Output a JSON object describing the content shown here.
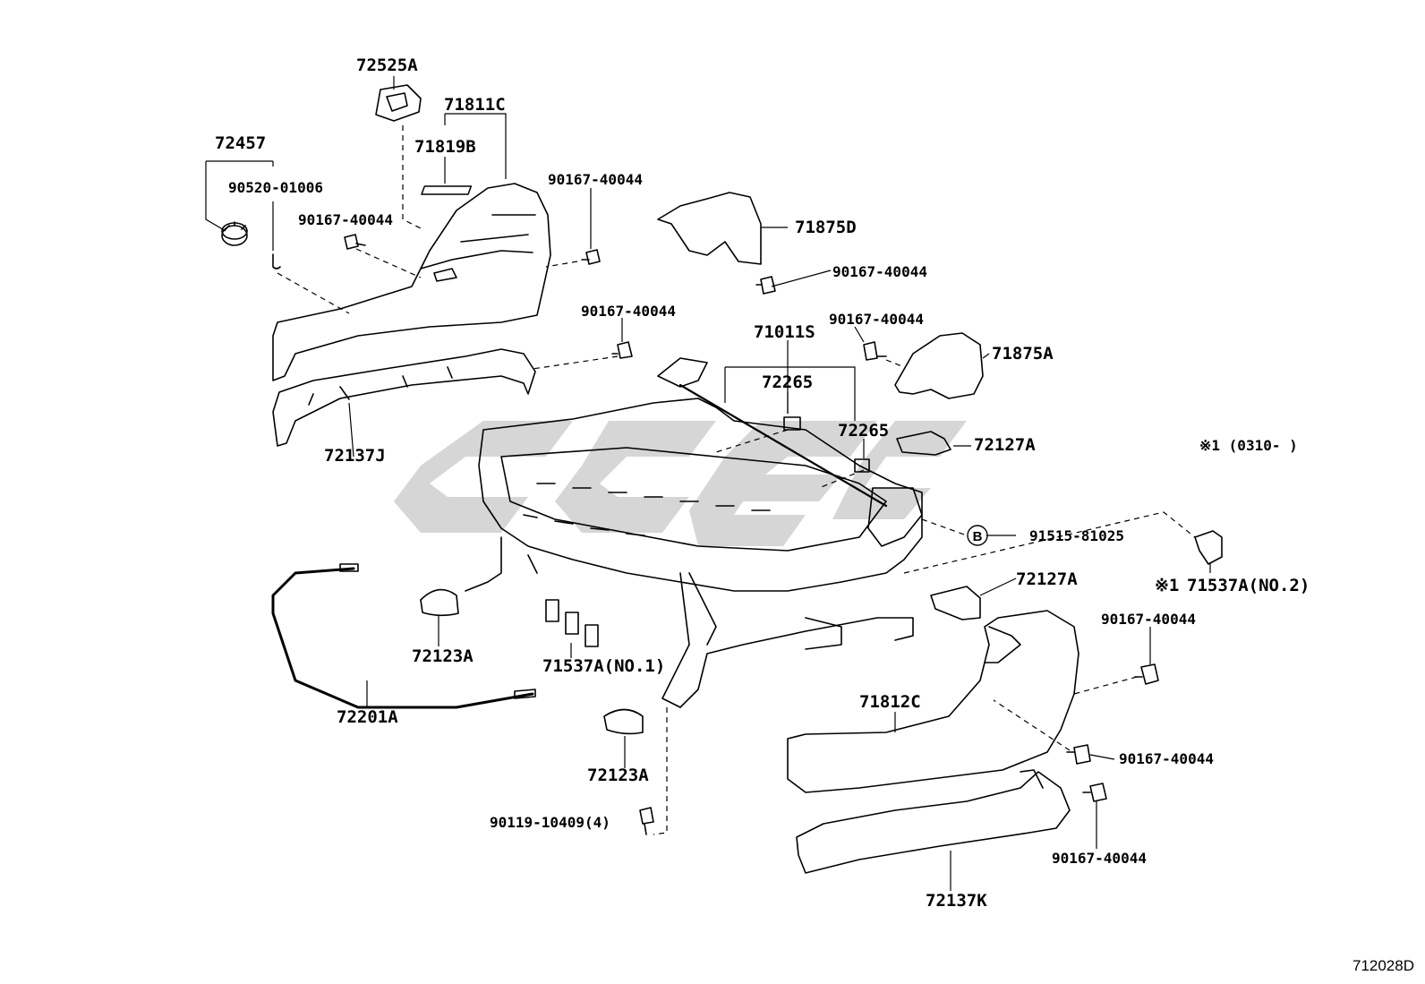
{
  "parts": {
    "p72525A": "72525A",
    "p71811C": "71811C",
    "p71819B": "71819B",
    "p72457": "72457",
    "p90520": "90520-01006",
    "p90167_a": "90167-40044",
    "p90167_b": "90167-40044",
    "p71875D": "71875D",
    "p90167_c": "90167-40044",
    "p90167_d": "90167-40044",
    "p71011S": "71011S",
    "p90167_e": "90167-40044",
    "p71875A": "71875A",
    "p72265_a": "72265",
    "p72265_b": "72265",
    "p72127A_a": "72127A",
    "p72137J": "72137J",
    "p91515": "91515-81025",
    "p72127A_b": "72127A",
    "p71537A_no2": "71537A(NO.2)",
    "p72123A_a": "72123A",
    "p71537A_no1": "71537A(NO.1)",
    "p90167_f": "90167-40044",
    "p71812C": "71812C",
    "p72201A": "72201A",
    "p90167_g": "90167-40044",
    "p72123A_b": "72123A",
    "p90119": "90119-10409(4)",
    "p90167_h": "90167-40044",
    "p72137K": "72137K"
  },
  "notes": {
    "star1_range": "※1 (0310-     )",
    "star1_mark": "※1",
    "callout_b": "B"
  },
  "doc_id": "712028D",
  "colors": {
    "line": "#000000",
    "watermark": "#cfcfcf"
  }
}
